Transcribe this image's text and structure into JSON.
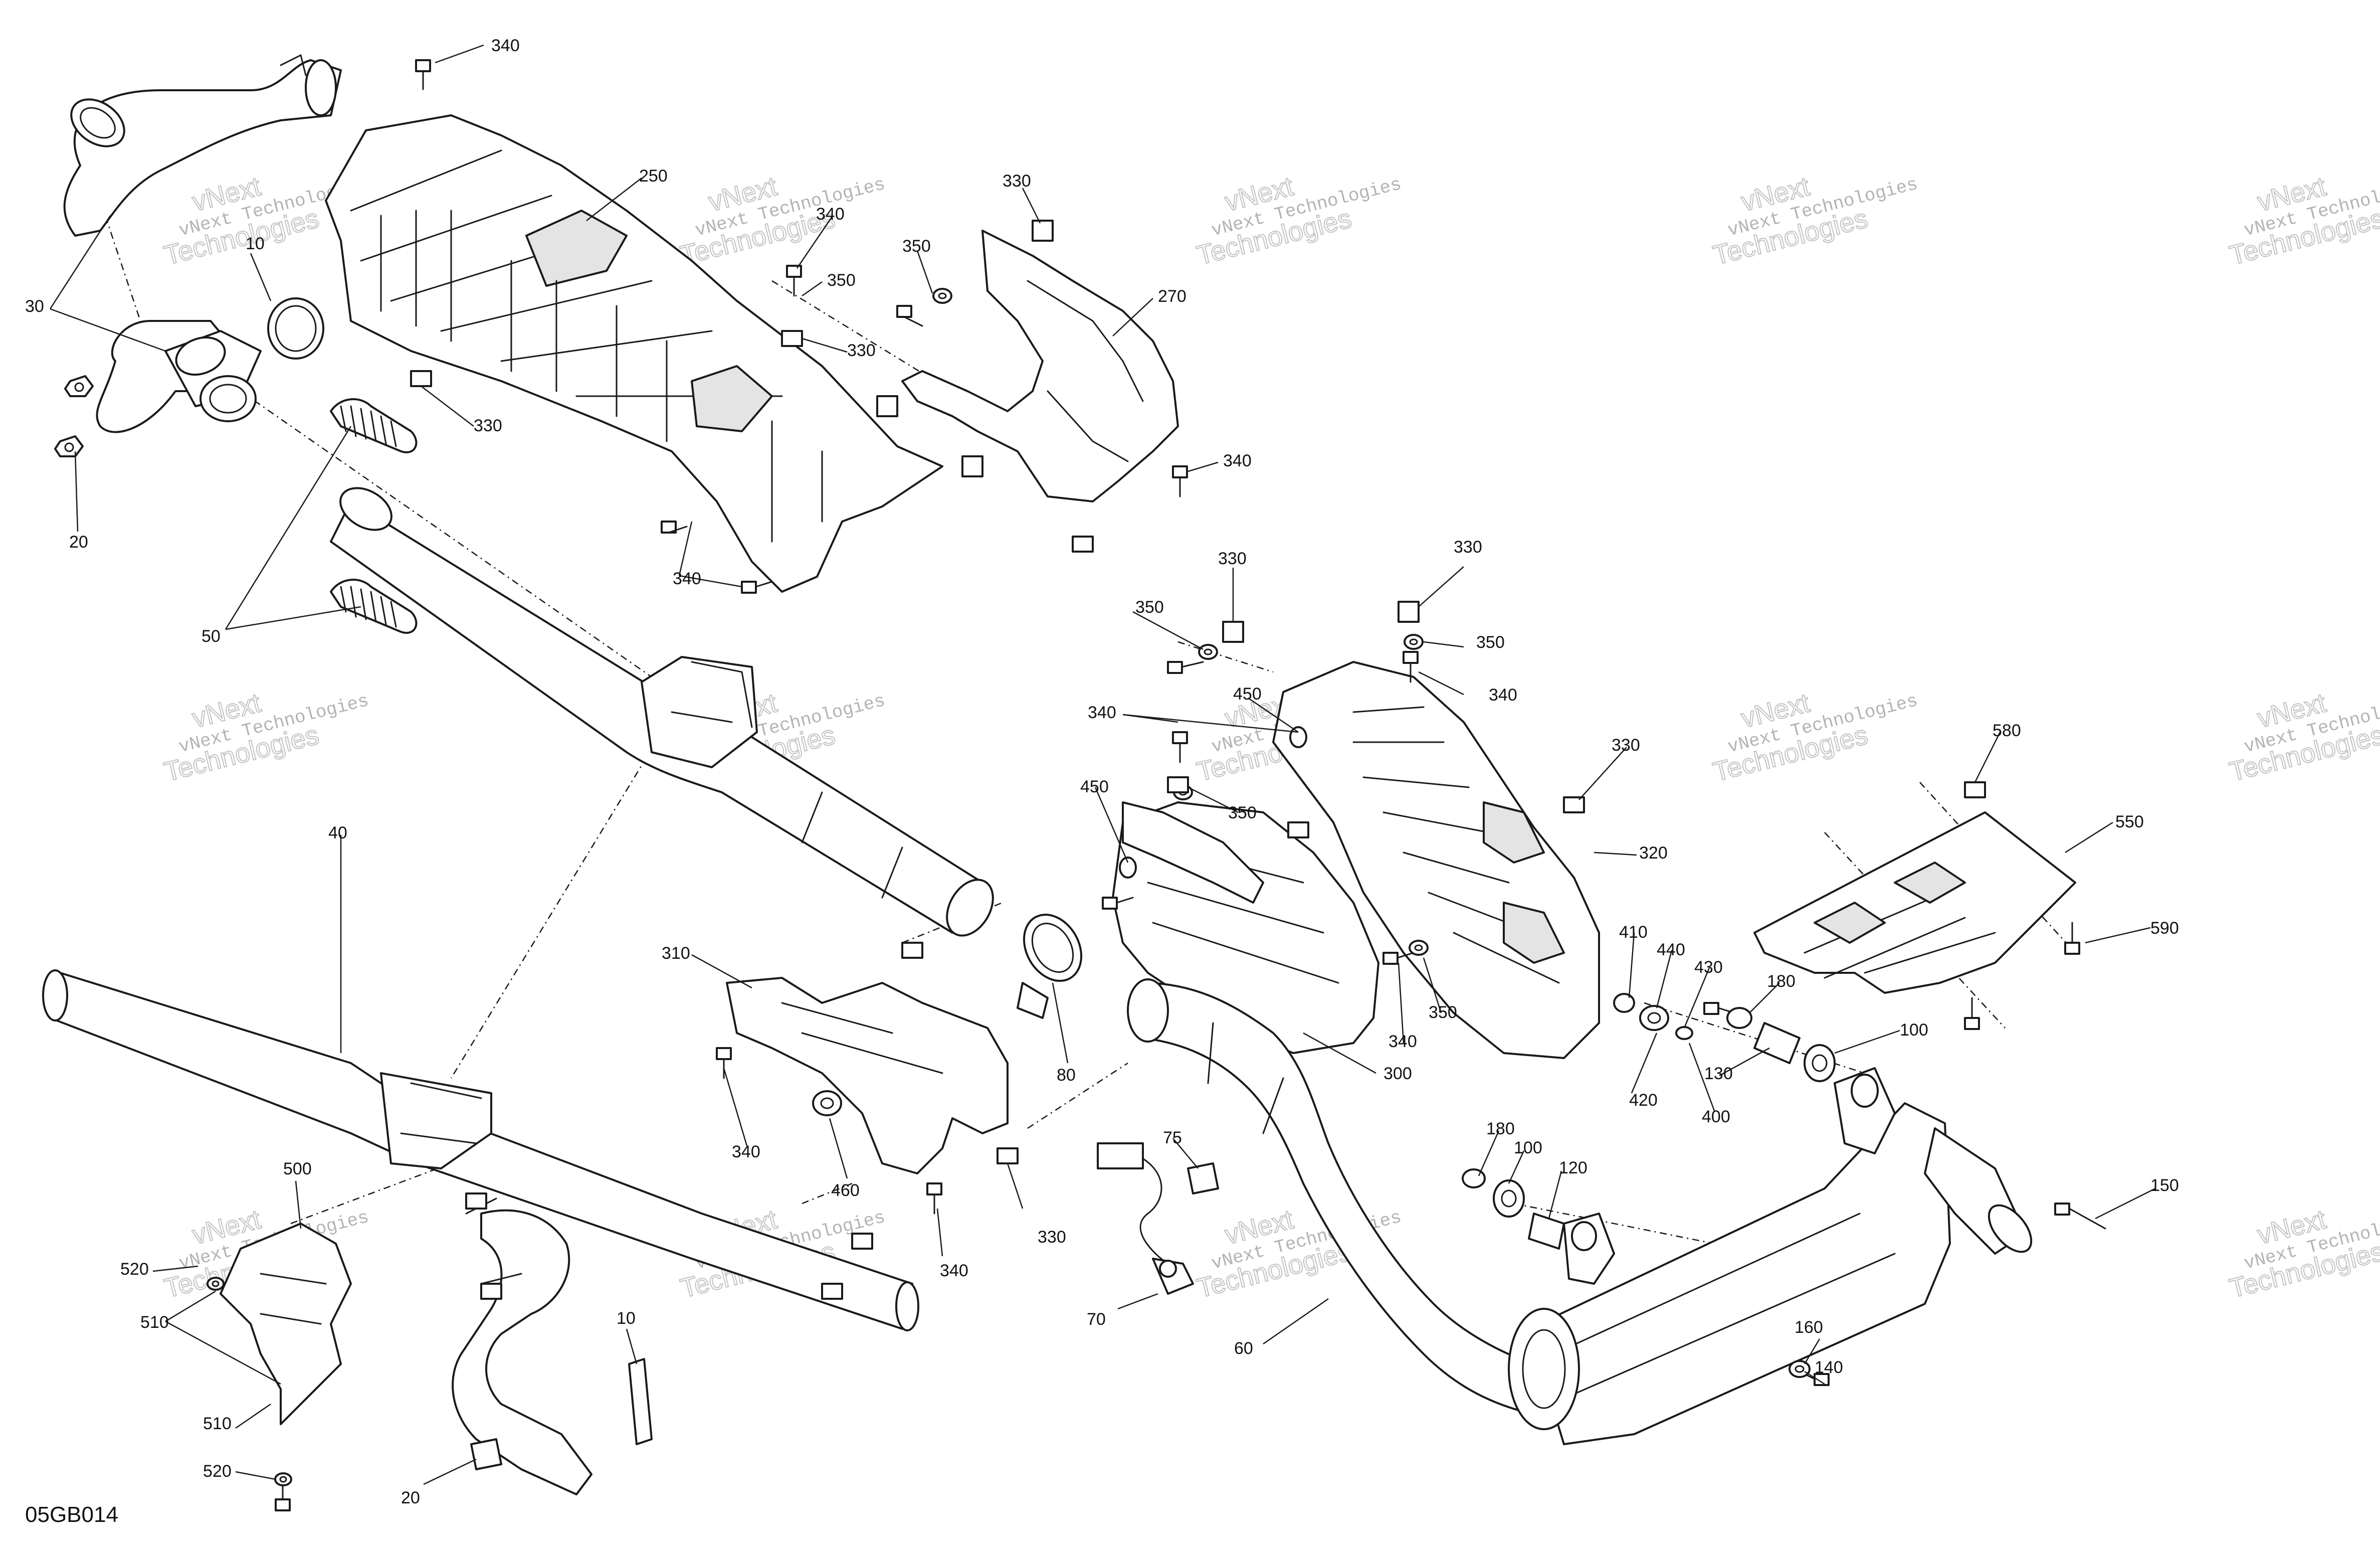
{
  "diagram": {
    "drawing_code": "05GB014",
    "watermark": {
      "line1": "vNext Technologies",
      "line2": "vNext",
      "line3": "Technologies"
    },
    "callouts": [
      {
        "id": "c340a",
        "label": "340"
      },
      {
        "id": "c250",
        "label": "250"
      },
      {
        "id": "c340b",
        "label": "340"
      },
      {
        "id": "c350a",
        "label": "350"
      },
      {
        "id": "c350b",
        "label": "350"
      },
      {
        "id": "c330a",
        "label": "330"
      },
      {
        "id": "c270",
        "label": "270"
      },
      {
        "id": "c330b",
        "label": "330"
      },
      {
        "id": "c340c",
        "label": "340"
      },
      {
        "id": "c10a",
        "label": "10"
      },
      {
        "id": "c30",
        "label": "30"
      },
      {
        "id": "c330c",
        "label": "330"
      },
      {
        "id": "c20a",
        "label": "20"
      },
      {
        "id": "c340d",
        "label": "340"
      },
      {
        "id": "c50",
        "label": "50"
      },
      {
        "id": "c330d",
        "label": "330"
      },
      {
        "id": "c330e",
        "label": "330"
      },
      {
        "id": "c350c",
        "label": "350"
      },
      {
        "id": "c350d",
        "label": "350"
      },
      {
        "id": "c340e",
        "label": "340"
      },
      {
        "id": "c340f",
        "label": "340"
      },
      {
        "id": "c450a",
        "label": "450"
      },
      {
        "id": "c330f",
        "label": "330"
      },
      {
        "id": "c40",
        "label": "40"
      },
      {
        "id": "c450b",
        "label": "450"
      },
      {
        "id": "c350e",
        "label": "350"
      },
      {
        "id": "c320",
        "label": "320"
      },
      {
        "id": "c580",
        "label": "580"
      },
      {
        "id": "c550",
        "label": "550"
      },
      {
        "id": "c310",
        "label": "310"
      },
      {
        "id": "c410",
        "label": "410"
      },
      {
        "id": "c440",
        "label": "440"
      },
      {
        "id": "c430",
        "label": "430"
      },
      {
        "id": "c590",
        "label": "590"
      },
      {
        "id": "c180a",
        "label": "180"
      },
      {
        "id": "c100a",
        "label": "100"
      },
      {
        "id": "c350f",
        "label": "350"
      },
      {
        "id": "c340g",
        "label": "340"
      },
      {
        "id": "c300",
        "label": "300"
      },
      {
        "id": "c80",
        "label": "80"
      },
      {
        "id": "c420",
        "label": "420"
      },
      {
        "id": "c400",
        "label": "400"
      },
      {
        "id": "c130",
        "label": "130"
      },
      {
        "id": "c340h",
        "label": "340"
      },
      {
        "id": "c460",
        "label": "460"
      },
      {
        "id": "c75",
        "label": "75"
      },
      {
        "id": "c180b",
        "label": "180"
      },
      {
        "id": "c100b",
        "label": "100"
      },
      {
        "id": "c120",
        "label": "120"
      },
      {
        "id": "c150",
        "label": "150"
      },
      {
        "id": "c500",
        "label": "500"
      },
      {
        "id": "c330g",
        "label": "330"
      },
      {
        "id": "c340i",
        "label": "340"
      },
      {
        "id": "c520a",
        "label": "520"
      },
      {
        "id": "c510a",
        "label": "510"
      },
      {
        "id": "c70",
        "label": "70"
      },
      {
        "id": "c60",
        "label": "60"
      },
      {
        "id": "c160",
        "label": "160"
      },
      {
        "id": "c140",
        "label": "140"
      },
      {
        "id": "c10b",
        "label": "10"
      },
      {
        "id": "c510b",
        "label": "510"
      },
      {
        "id": "c520b",
        "label": "520"
      },
      {
        "id": "c20b",
        "label": "20"
      }
    ]
  }
}
